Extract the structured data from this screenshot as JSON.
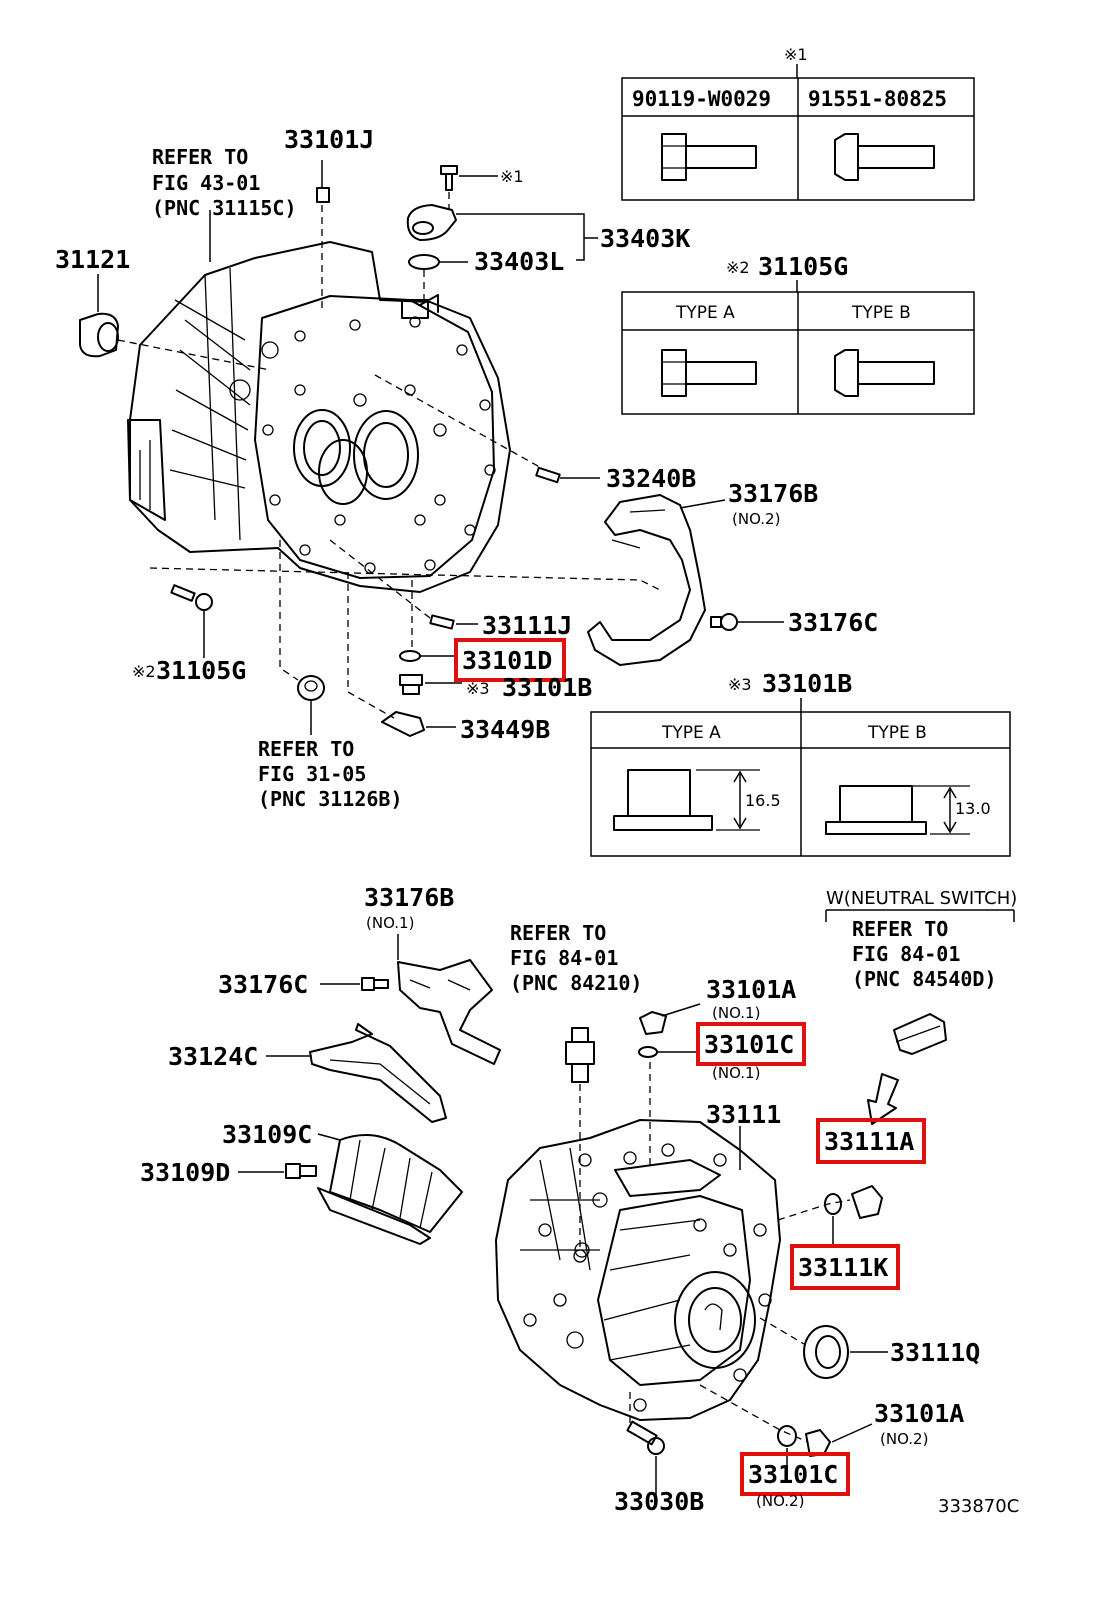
{
  "labels": {
    "p33101J": "33101J",
    "p31121": "31121",
    "p33403K": "33403K",
    "p33403L": "33403L",
    "p33240B": "33240B",
    "p33176B_no2": "33176B",
    "p33176C_top": "33176C",
    "p33111J": "33111J",
    "p33101D": "33101D",
    "p33101B": "33101B",
    "p33449B": "33449B",
    "p31105G_left": "31105G",
    "p33176B_no1": "33176B",
    "p33176C_bot": "33176C",
    "p33124C": "33124C",
    "p33109C": "33109C",
    "p33109D": "33109D",
    "p33101A_no1": "33101A",
    "p33101C_no1": "33101C",
    "p33111": "33111",
    "p33111A": "33111A",
    "p33111K": "33111K",
    "p33111Q": "33111Q",
    "p33101A_no2": "33101A",
    "p33101C_no2": "33101C",
    "p33030B": "33030B"
  },
  "sublabels": {
    "no2_33176B": "(NO.2)",
    "no1_33176B": "(NO.1)",
    "no1_33101A": "(NO.1)",
    "no1_33101C": "(NO.1)",
    "no2_33101A": "(NO.2)",
    "no2_33101C": "(NO.2)"
  },
  "marks": {
    "m1_top": "※1",
    "m1_bolt": "※1",
    "m2_31105G": "※2",
    "m2_left": "※2",
    "m3_33101B": "※3",
    "m3_table": "※3"
  },
  "refs": {
    "r1": [
      "REFER TO",
      "FIG 43-01",
      "(PNC 31115C)"
    ],
    "r2": [
      "REFER TO",
      "FIG 31-05",
      "(PNC 31126B)"
    ],
    "r3": [
      "REFER TO",
      "FIG 84-01",
      "(PNC 84210)"
    ],
    "r4": [
      "REFER TO",
      "FIG 84-01",
      "(PNC 84540D)"
    ]
  },
  "neutral_switch": "W(NEUTRAL SWITCH)",
  "tables": {
    "bolts_mark1": {
      "headers": [
        "90119-W0029",
        "91551-80825"
      ]
    },
    "bolts_31105G": {
      "title": "31105G",
      "headers": [
        "TYPE A",
        "TYPE B"
      ]
    },
    "plugs_33101B": {
      "title": "33101B",
      "headers": [
        "TYPE A",
        "TYPE B"
      ],
      "dims": [
        "16.5",
        "13.0"
      ]
    }
  },
  "figure_id": "333870C",
  "colors": {
    "highlight": "#e01010",
    "ink": "#000000"
  }
}
